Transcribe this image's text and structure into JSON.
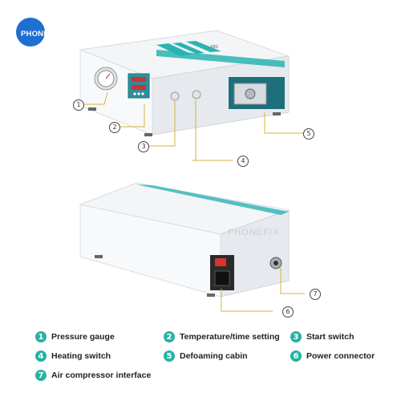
{
  "brand": {
    "logo_text": "PHONEFIX",
    "accent": "#1e6fd0",
    "watermark": "PHONEFIX"
  },
  "device": {
    "top_label": "XBS",
    "panel_color": "#2bb3b3"
  },
  "callouts": [
    "1",
    "2",
    "3",
    "4",
    "5",
    "6",
    "7"
  ],
  "legend": [
    {
      "num": "1",
      "label": "Pressure gauge"
    },
    {
      "num": "2",
      "label": "Temperature/time setting"
    },
    {
      "num": "3",
      "label": "Start switch"
    },
    {
      "num": "4",
      "label": "Heating switch"
    },
    {
      "num": "5",
      "label": "Defoaming cabin"
    },
    {
      "num": "6",
      "label": "Power connector"
    },
    {
      "num": "7",
      "label": "Air compressor interface"
    }
  ],
  "legend_color": "#27b3a1"
}
